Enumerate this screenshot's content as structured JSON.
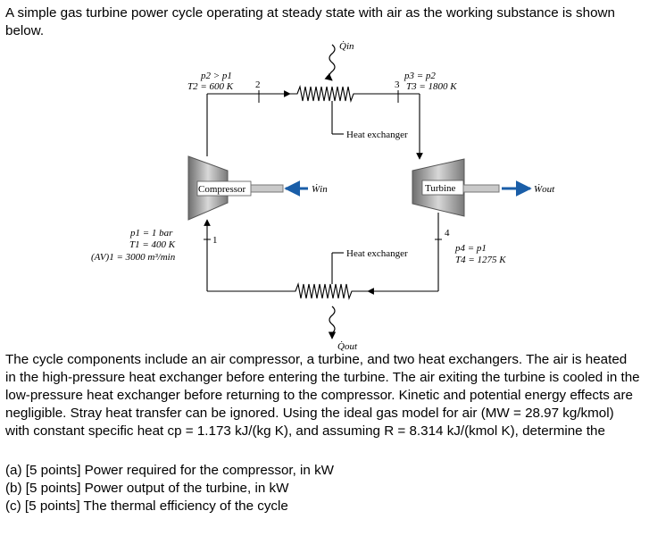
{
  "intro": "A simple gas turbine power cycle operating at steady state with air as the working substance is shown below.",
  "diagram": {
    "q_in": "Q̇in",
    "q_out": "Q̇out",
    "w_in": "Ẇin",
    "w_out": "Ẇout",
    "compressor": "Compressor",
    "turbine": "Turbine",
    "hx_top": "Heat exchanger",
    "hx_bottom": "Heat exchanger",
    "state1_num": "1",
    "state2_num": "2",
    "state3_num": "3",
    "state4_num": "4",
    "state2_p": "p2 > p1",
    "state2_T": "T2 = 600 K",
    "state3_p": "p3 = p2",
    "state3_T": "T3 = 1800 K",
    "state1_p": "p1 = 1 bar",
    "state1_T": "T1 = 400 K",
    "state1_AV": "(AV)1 = 3000 m³/min",
    "state4_p": "p4 = p1",
    "state4_T": "T4 = 1275 K"
  },
  "body_text": "The cycle components include an air compressor, a turbine, and two heat exchangers. The air is heated in the high-pressure heat exchanger before entering the turbine. The air exiting the turbine is cooled in the low-pressure heat exchanger before returning to the compressor. Kinetic and potential energy effects are negligible. Stray heat transfer can be ignored. Using the ideal gas model for air (MW = 28.97 kg/kmol) with constant specific heat cp = 1.173 kJ/(kg K), and assuming R = 8.314 kJ/(kmol K), determine the",
  "questions": [
    "(a) [5 points] Power required for the compressor, in kW",
    "(b) [5 points] Power output of the turbine, in kW",
    "(c) [5 points] The thermal efficiency of the cycle"
  ],
  "colors": {
    "arrow_blue": "#1a5ea8",
    "box_grey": "#8a8a8a"
  }
}
